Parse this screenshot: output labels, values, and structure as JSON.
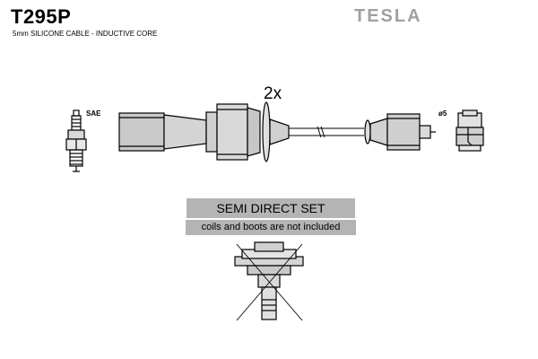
{
  "product": {
    "code": "T295P",
    "description": "5mm SILICONE CABLE - INDUCTIVE CORE",
    "brand": "TESLA"
  },
  "diagram": {
    "quantity_label": "2x",
    "spark_plug_standard": "SAE",
    "coil_terminal_diameter": "ø5"
  },
  "set_info": {
    "title": "SEMI DIRECT SET",
    "note": "coils and boots are not included"
  }
}
